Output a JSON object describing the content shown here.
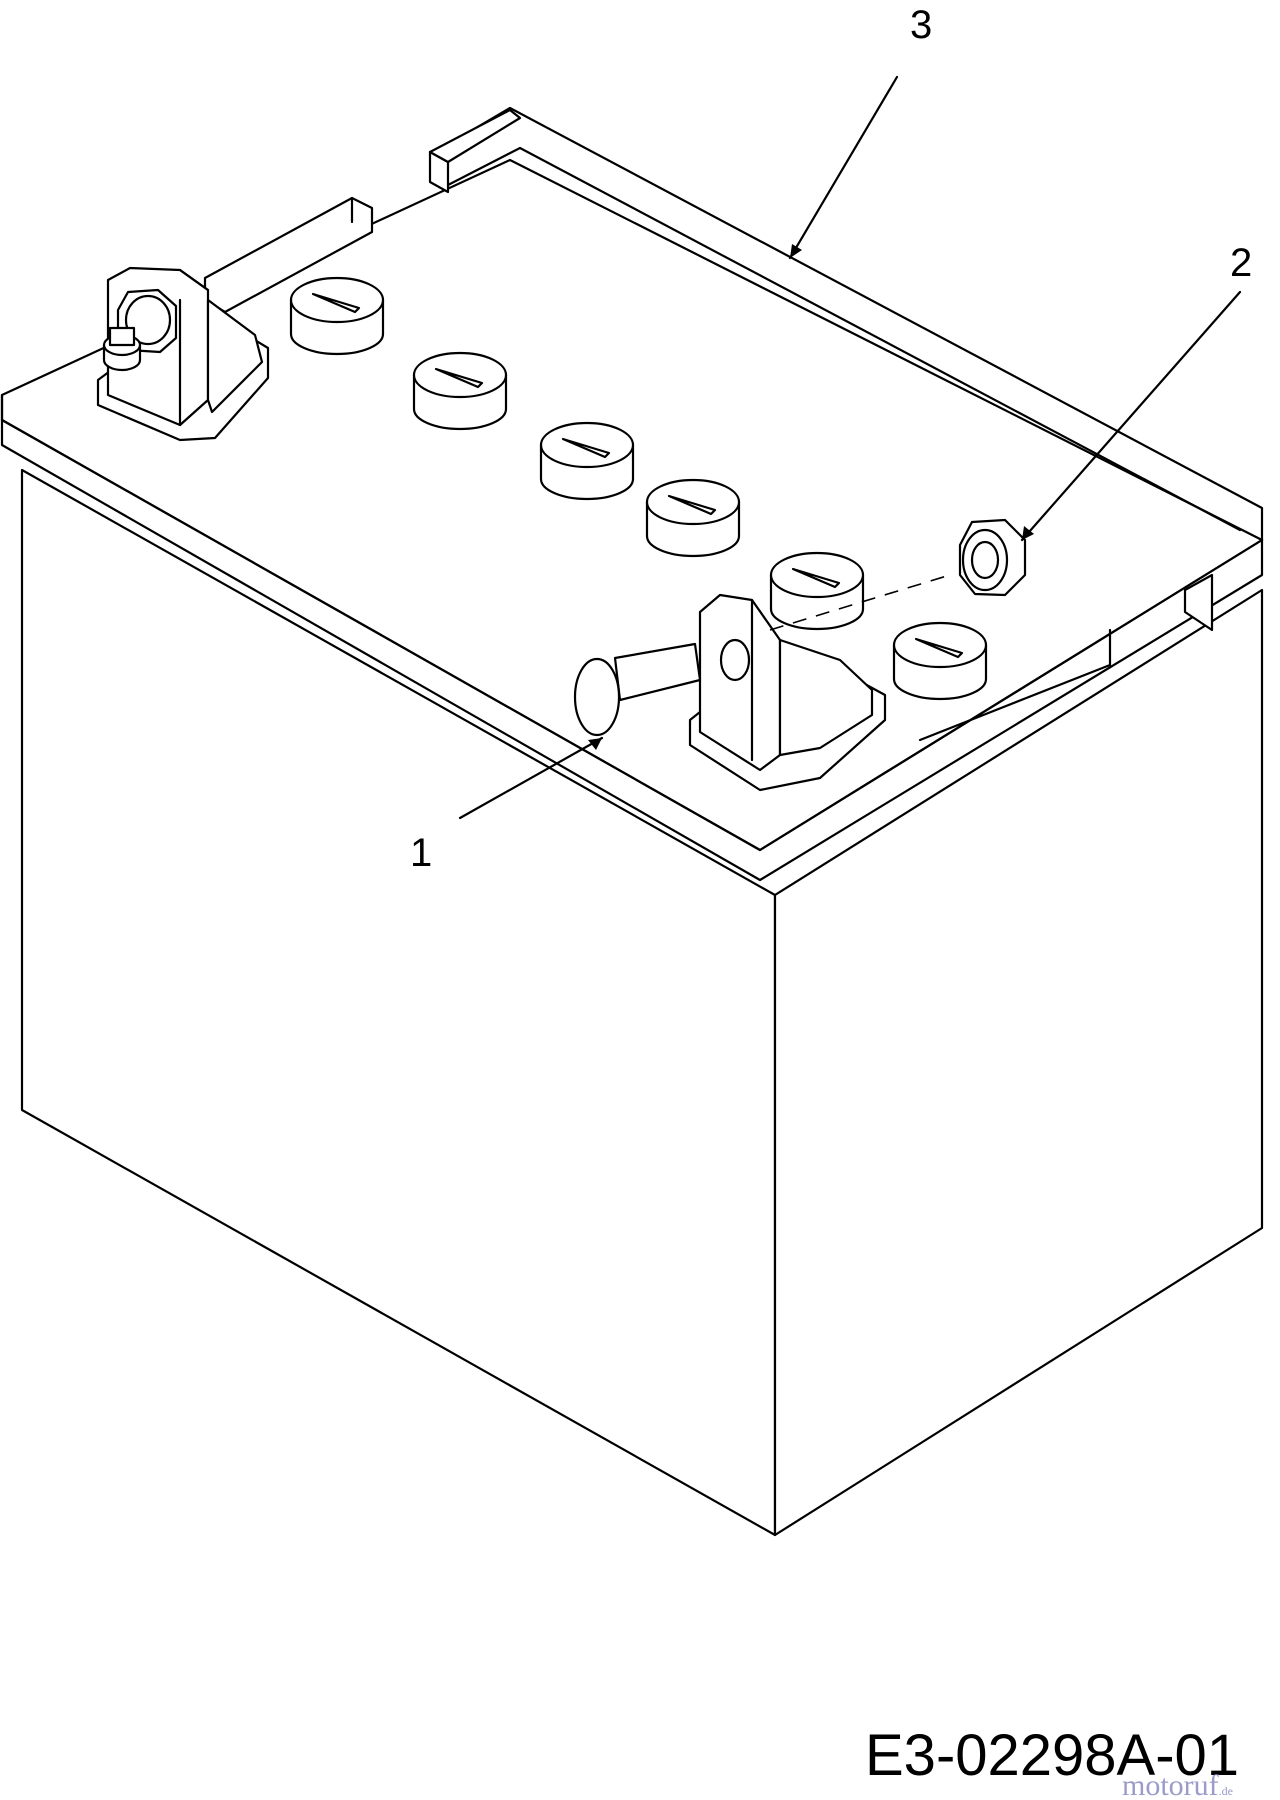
{
  "labels": {
    "part1": "1",
    "part2": "2",
    "part3": "3"
  },
  "drawing_code": "E3-02298A-01",
  "watermark": "motoruf",
  "watermark_suffix": ".de"
}
